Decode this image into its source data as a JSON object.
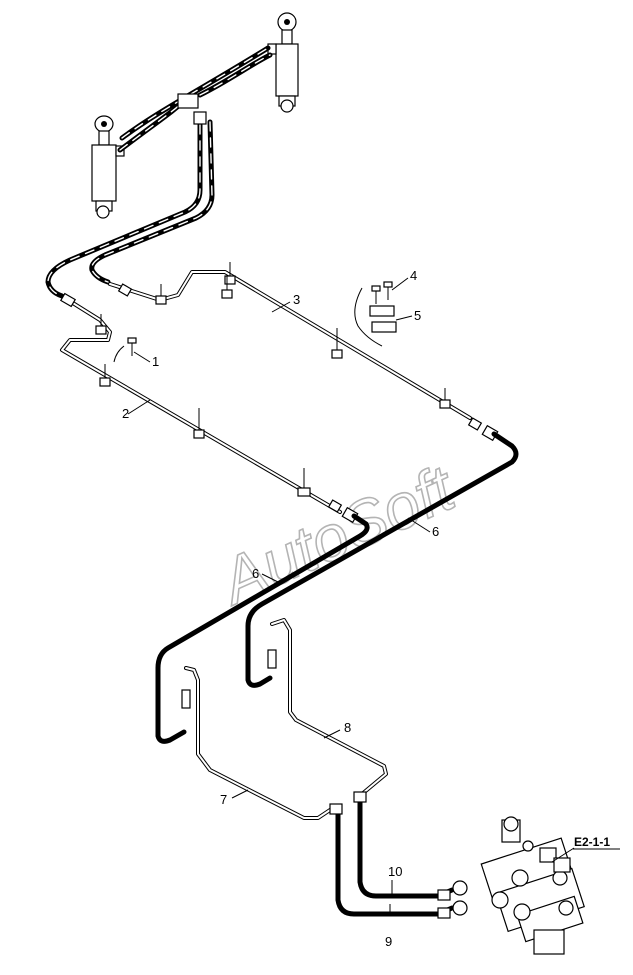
{
  "watermark": "AutoSoft",
  "reference": "E2-1-1",
  "callouts": [
    "1",
    "2",
    "3",
    "4",
    "5",
    "6",
    "6",
    "7",
    "8",
    "9",
    "10"
  ],
  "colors": {
    "line": "#000000",
    "background": "#ffffff",
    "watermark_outline": "#b4b4b4"
  }
}
